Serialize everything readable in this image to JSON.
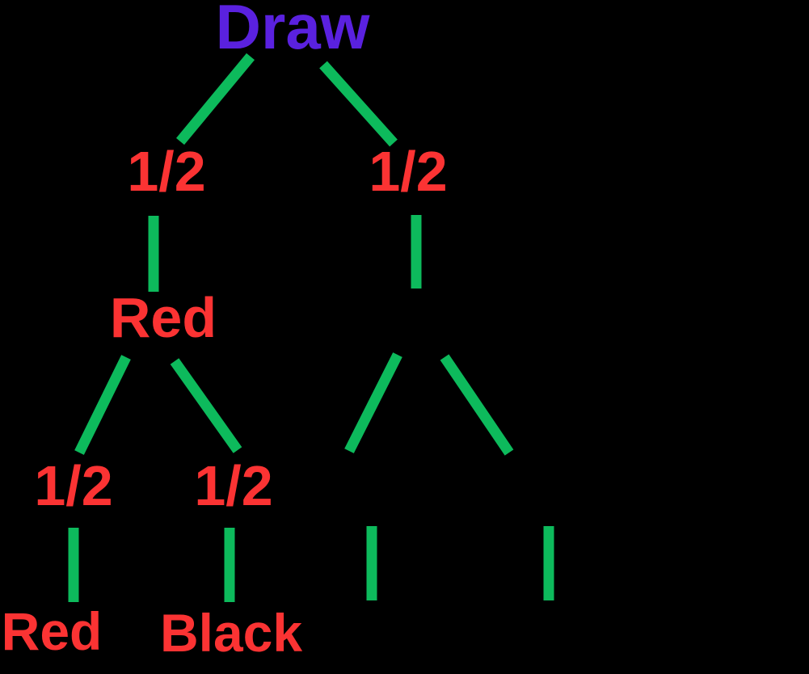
{
  "diagram": {
    "type": "probability-tree",
    "background": "#000000",
    "colors": {
      "root_label": "#5a21df",
      "probability_label": "#fb3333",
      "node_label": "#fb3333",
      "outcome_label": "#fb3333",
      "branch": "#0dba5c"
    },
    "root": {
      "label": "Draw"
    },
    "level1": {
      "left": {
        "probability": "1/2",
        "node_label": "Red"
      },
      "right": {
        "probability": "1/2"
      }
    },
    "level2_left": {
      "left": {
        "probability": "1/2",
        "outcome": "Red"
      },
      "right": {
        "probability": "1/2",
        "outcome": "Black"
      }
    }
  }
}
